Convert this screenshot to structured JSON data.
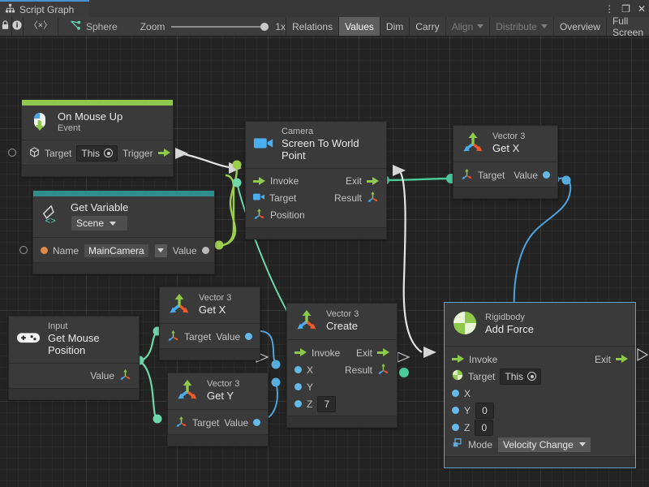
{
  "window": {
    "tab_title": "Script Graph",
    "tab_icon": "graph-icon",
    "controls": {
      "menu": "⋮",
      "maximize": "❐",
      "close": "✕"
    }
  },
  "toolbar": {
    "lock_icon": "lock-icon",
    "info_icon": "info-icon",
    "code_icon": "angle-brackets-icon",
    "object_icon": "script-graph-asset-icon",
    "object_name": "Sphere",
    "zoom_label": "Zoom",
    "zoom_value": "1x",
    "buttons": [
      {
        "label": "Relations",
        "state": "normal"
      },
      {
        "label": "Values",
        "state": "selected"
      },
      {
        "label": "Dim",
        "state": "normal"
      },
      {
        "label": "Carry",
        "state": "normal"
      },
      {
        "label": "Align",
        "state": "disabled",
        "caret": true
      },
      {
        "label": "Distribute",
        "state": "disabled",
        "caret": true
      },
      {
        "label": "Overview",
        "state": "normal"
      },
      {
        "label": "Full Screen",
        "state": "normal"
      }
    ]
  },
  "colors": {
    "accent_event": "#8ec94b",
    "accent_variable": "#2f8f8f",
    "selection": "#5ba7d8",
    "wire_control": "#e4e4e4",
    "wire_value_green": "#7fd6a0",
    "wire_value_blue": "#4fa3dd",
    "wire_value_lime": "#8ec94b",
    "canvas_bg": "#232323",
    "node_bg": "#3a3a3a"
  },
  "nodes": {
    "on_mouse_up": {
      "subtitle": "On Mouse Up",
      "title": "Event",
      "icon": "mouse-up-icon",
      "target_label": "Target",
      "target_value": "This",
      "trigger_label": "Trigger"
    },
    "get_variable": {
      "subtitle": "Get Variable",
      "scope": "Scene",
      "icon": "unity-variable-icon",
      "name_label": "Name",
      "name_value": "MainCamera",
      "value_label": "Value"
    },
    "camera_screen_to_world": {
      "subtitle": "Camera",
      "title": "Screen To World Point",
      "icon": "camera-icon",
      "invoke_label": "Invoke",
      "exit_label": "Exit",
      "target_label": "Target",
      "result_label": "Result",
      "position_label": "Position"
    },
    "vector3_getx_top": {
      "subtitle": "Vector 3",
      "title": "Get X",
      "icon": "vector3-icon",
      "target_label": "Target",
      "value_label": "Value"
    },
    "input_mouse_position": {
      "subtitle": "Input",
      "title": "Get Mouse Position",
      "icon": "gamepad-icon",
      "value_label": "Value"
    },
    "vector3_getx_mid": {
      "subtitle": "Vector 3",
      "title": "Get X",
      "icon": "vector3-icon",
      "target_label": "Target",
      "value_label": "Value"
    },
    "vector3_gety_mid": {
      "subtitle": "Vector 3",
      "title": "Get Y",
      "icon": "vector3-icon",
      "target_label": "Target",
      "value_label": "Value"
    },
    "vector3_create": {
      "subtitle": "Vector 3",
      "title": "Create",
      "icon": "vector3-icon",
      "invoke_label": "Invoke",
      "exit_label": "Exit",
      "result_label": "Result",
      "x_label": "X",
      "y_label": "Y",
      "z_label": "Z",
      "z_value": "7"
    },
    "rigidbody_add_force": {
      "subtitle": "Rigidbody",
      "title": "Add Force",
      "icon": "rigidbody-icon",
      "selected": true,
      "invoke_label": "Invoke",
      "exit_label": "Exit",
      "target_label": "Target",
      "target_value": "This",
      "x_label": "X",
      "y_label": "Y",
      "y_value": "0",
      "z_label": "Z",
      "z_value": "0",
      "mode_label": "Mode",
      "mode_value": "Velocity Change"
    }
  }
}
